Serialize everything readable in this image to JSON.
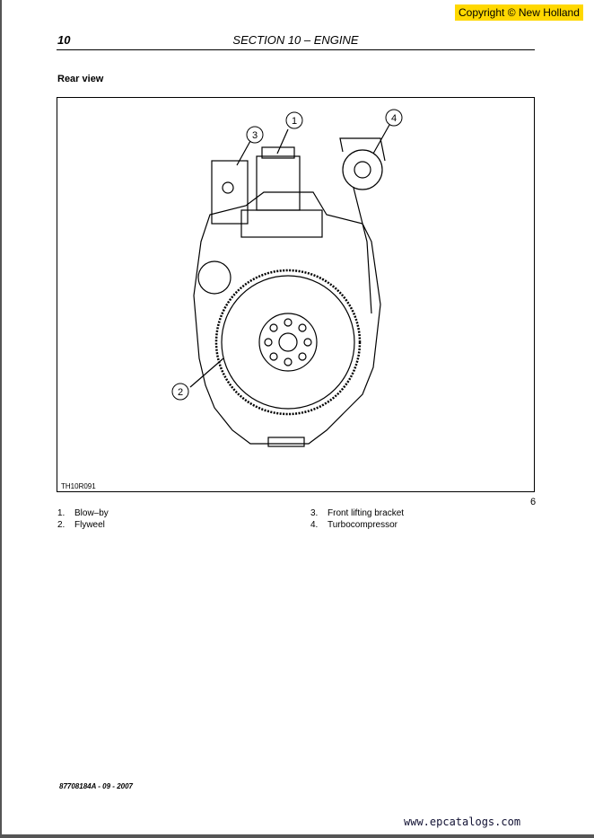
{
  "copyright": "Copyright © New Holland",
  "header": {
    "page_number": "10",
    "section_title": "SECTION 10 – ENGINE"
  },
  "subheading": "Rear view",
  "figure": {
    "code": "TH10R091",
    "number": "6",
    "callouts": [
      "1",
      "2",
      "3",
      "4"
    ]
  },
  "legend": [
    {
      "num": "1.",
      "label": "Blow–by"
    },
    {
      "num": "2.",
      "label": "Flyweel"
    },
    {
      "num": "3.",
      "label": "Front lifting bracket"
    },
    {
      "num": "4.",
      "label": "Turbocompressor"
    }
  ],
  "footer": {
    "doc_code": "87708184A - 09 - 2007"
  },
  "watermark": "www.epcatalogs.com"
}
